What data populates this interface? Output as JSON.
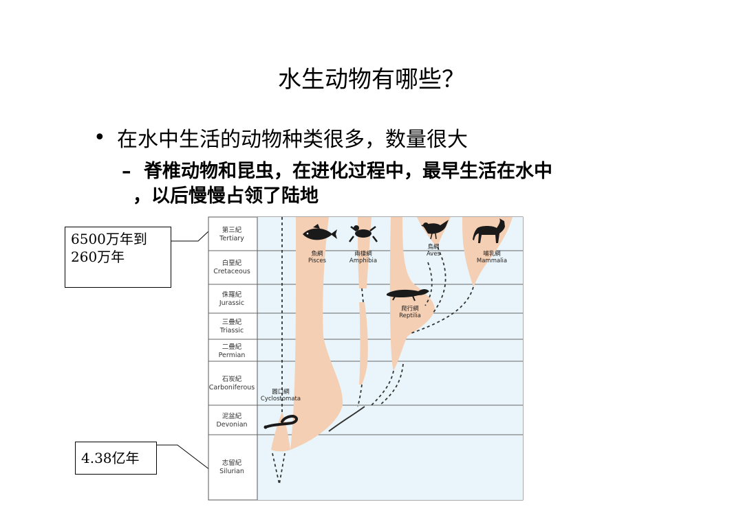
{
  "slide": {
    "title": "水生动物有哪些？",
    "bullet": "在水中生活的动物种类很多，数量很大",
    "bullet_symbol": "•",
    "sub_dash": "–",
    "sub_line1": "脊椎动物和昆虫，在进化过程中，最早生活在水中",
    "sub_line2": "，以后慢慢占领了陆地"
  },
  "callouts": {
    "top": [
      "6500万年到",
      "260万年"
    ],
    "bottom": "4.38亿年"
  },
  "chart": {
    "periods": [
      {
        "zh": "第三紀",
        "en": "Tertiary"
      },
      {
        "zh": "白堊紀",
        "en": "Cretaceous"
      },
      {
        "zh": "侏羅紀",
        "en": "Jurassic"
      },
      {
        "zh": "三疊紀",
        "en": "Triassic"
      },
      {
        "zh": "二疊紀",
        "en": "Permian"
      },
      {
        "zh": "石炭紀",
        "en": "Carboniferous"
      },
      {
        "zh": "泥盆紀",
        "en": "Devonian"
      },
      {
        "zh": "志留紀",
        "en": "Silurian"
      }
    ],
    "classes": {
      "pisces": {
        "zh": "魚綱",
        "en": "Pisces"
      },
      "amphibia": {
        "zh": "兩棲綱",
        "en": "Amphibia"
      },
      "aves": {
        "zh": "鳥綱",
        "en": "Aves"
      },
      "mammalia": {
        "zh": "哺乳綱",
        "en": "Mammalia"
      },
      "reptilia": {
        "zh": "爬行綱",
        "en": "Reptilia"
      },
      "cyclostomata": {
        "zh": "圓口綱",
        "en": "Cyclostomata"
      }
    },
    "colors": {
      "bg": "#e9f5fa",
      "branch": "#f4cfb4",
      "line": "#555555"
    }
  }
}
